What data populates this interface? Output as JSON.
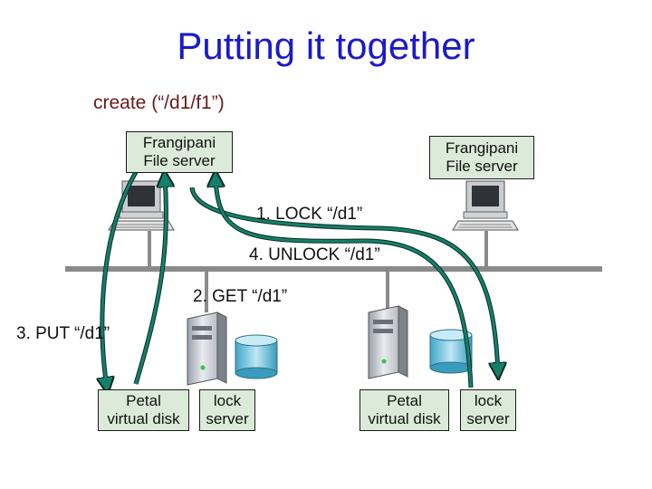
{
  "title": "Putting it together",
  "operation": "create (“/d1/f1”)",
  "servers": [
    {
      "line1": "Frangipani",
      "line2": "File server"
    },
    {
      "line1": "Frangipani",
      "line2": "File server"
    }
  ],
  "messages": {
    "lock": "1. LOCK “/d1”",
    "get": "2. GET “/d1”",
    "put": "3. PUT “/d1”",
    "unlock": "4. UNLOCK “/d1”"
  },
  "storage_nodes": [
    {
      "petal_line1": "Petal",
      "petal_line2": "virtual disk",
      "lock_line1": "lock",
      "lock_line2": "server"
    },
    {
      "petal_line1": "Petal",
      "petal_line2": "virtual disk",
      "lock_line1": "lock",
      "lock_line2": "server"
    }
  ],
  "colors": {
    "title": "#1a1acc",
    "operation": "#6b1a1a",
    "label_box_fill": "#dcebd9",
    "network_line": "#8a8a8a",
    "arrow": "#14806a",
    "arrow_outline": "#0b2b24"
  }
}
